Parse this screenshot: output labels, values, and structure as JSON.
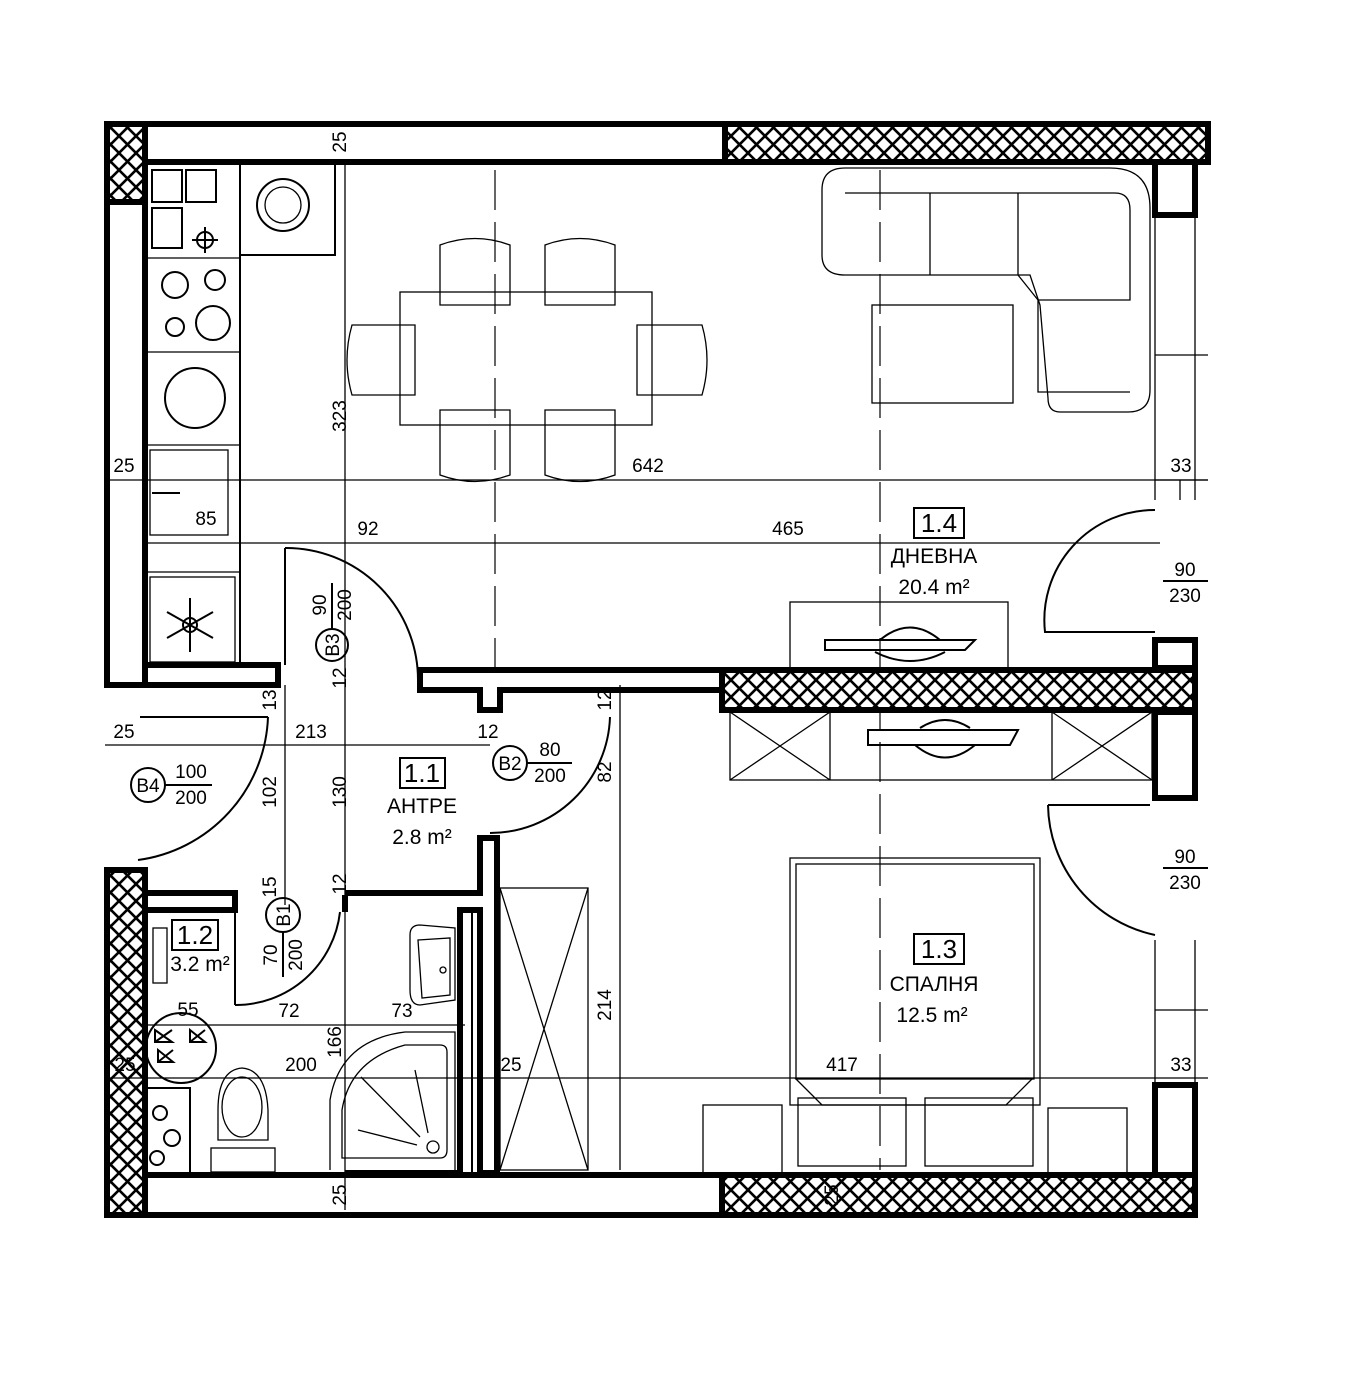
{
  "rooms": {
    "living": {
      "number": "1.4",
      "name": "ДНЕВНА",
      "area": "20.4 m²"
    },
    "hall": {
      "number": "1.1",
      "name": "АНТРЕ",
      "area": "2.8 m²"
    },
    "bath": {
      "number": "1.2",
      "area": "3.2 m²"
    },
    "bedroom": {
      "number": "1.3",
      "name": "СПАЛНЯ",
      "area": "12.5 m²"
    }
  },
  "doors": {
    "b4": {
      "tag": "B4",
      "width": "100",
      "height": "200"
    },
    "b3": {
      "tag": "B3",
      "width": "90",
      "height": "200"
    },
    "b2": {
      "tag": "B2",
      "width": "80",
      "height": "200"
    },
    "b1": {
      "tag": "B1",
      "width": "70",
      "height": "200"
    },
    "w_living": {
      "width": "90",
      "height": "230"
    },
    "w_bedroom": {
      "width": "90",
      "height": "230"
    }
  },
  "dims": {
    "top_wall": "25",
    "left_wall": "25",
    "kitchen_depth": "85",
    "living_width": "642",
    "living_height": "323",
    "right_wall_top": "33",
    "d92": "92",
    "d465": "465",
    "d13": "13",
    "d12a": "12",
    "d12b": "12",
    "d213": "213",
    "d12c": "12",
    "d25_entry": "25",
    "d102": "102",
    "d130": "130",
    "d82": "82",
    "d15": "15",
    "d12d": "12",
    "d55": "55",
    "d72": "72",
    "d73": "73",
    "d166": "166",
    "d200": "200",
    "d25_bath": "25",
    "d25_closet": "25",
    "d214": "214",
    "d417": "417",
    "right_wall_bottom": "33",
    "bottom_wall": "25",
    "bottom_wall_right": "25"
  }
}
